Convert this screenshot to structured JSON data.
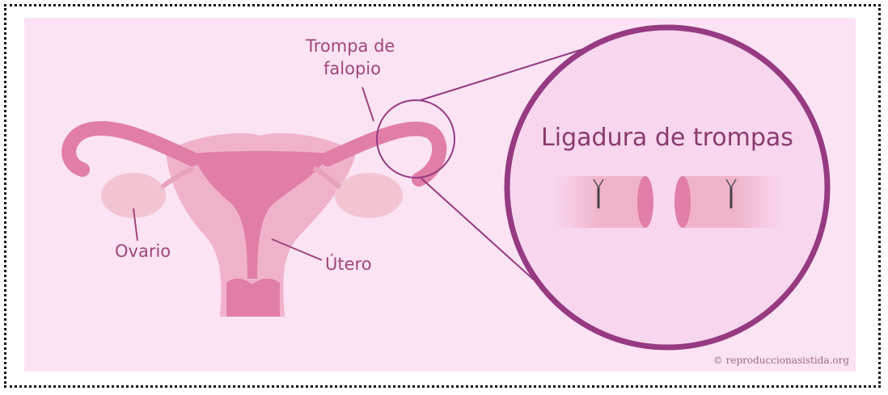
{
  "labels": {
    "tube_line1": "Trompa de",
    "tube_line2": "falopio",
    "ovary": "Ovario",
    "uterus": "Útero",
    "procedure": "Ligadura de trompas",
    "credit": "© reproduccionasistida.org"
  },
  "colors": {
    "background": "#fbe3f3",
    "organ_light": "#f0b2ca",
    "organ_dark": "#e07ea8",
    "ovary": "#f2c4d2",
    "circle_ring": "#963a82",
    "label_text": "#a0467a"
  }
}
